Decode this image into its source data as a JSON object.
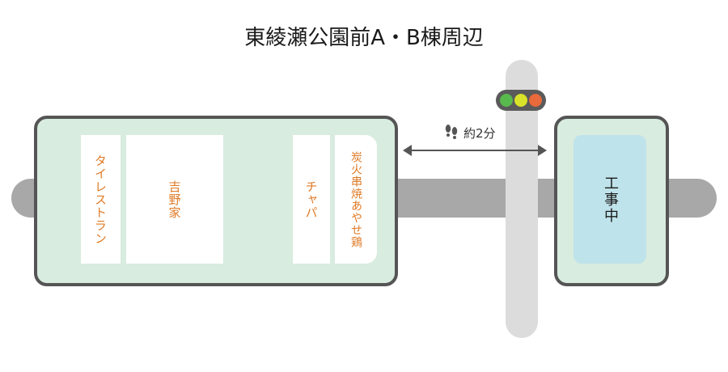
{
  "title": "東綾瀬公園前A・B棟周辺",
  "shops": [
    {
      "name": "タイレストラン"
    },
    {
      "name": "吉野家"
    },
    {
      "name": "チャパ"
    },
    {
      "name": "炭火串焼あやせ鶏"
    }
  ],
  "construction": {
    "label": "工事中"
  },
  "walk": {
    "label": "約2分",
    "icon": "footprints-icon"
  },
  "traffic_signal": {
    "colors": [
      "#58b94c",
      "#d8e22a",
      "#e8693b"
    ]
  },
  "colors": {
    "block_fill": "#d8ecdf",
    "block_border": "#555555",
    "shop_text": "#e07a26",
    "construction_fill": "#bfe3ea",
    "road_main": "#a8a8a8",
    "road_cross": "#dcdcdc"
  }
}
